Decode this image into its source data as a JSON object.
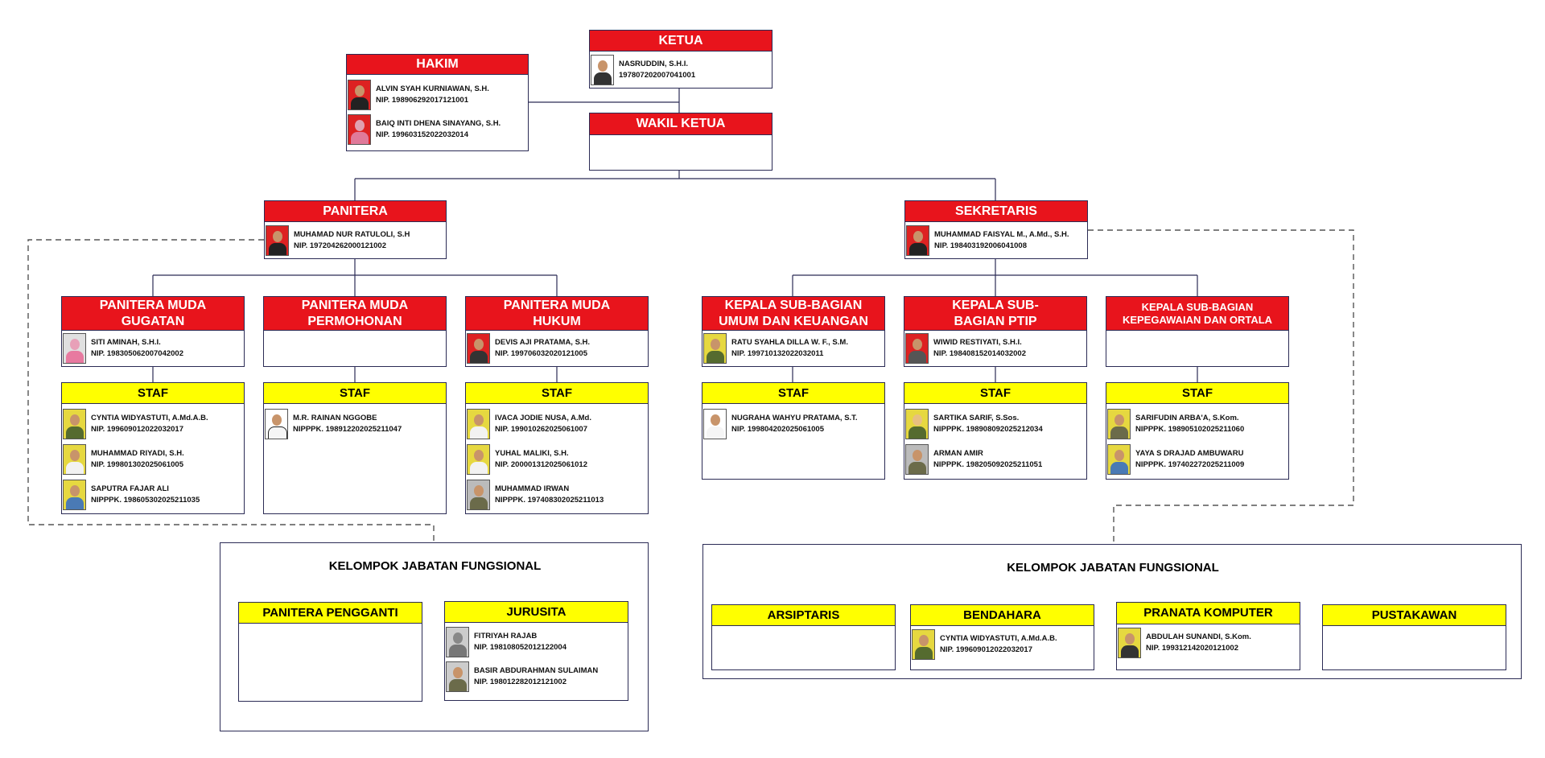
{
  "ketua": {
    "title": "KETUA",
    "name": "NASRUDDIN, S.H.I.",
    "nip": "197807202007041001"
  },
  "wakil": {
    "title": "WAKIL KETUA"
  },
  "hakim": {
    "title": "HAKIM",
    "members": [
      {
        "name": "ALVIN SYAH KURNIAWAN, S.H.",
        "nip": "NIP. 198906292017121001"
      },
      {
        "name": "BAIQ INTI DHENA SINAYANG, S.H.",
        "nip": "NIP. 199603152022032014"
      }
    ]
  },
  "panitera": {
    "title": "PANITERA",
    "name": "MUHAMAD NUR RATULOLI, S.H",
    "nip": "NIP. 197204262000121002"
  },
  "sekretaris": {
    "title": "SEKRETARIS",
    "name": "MUHAMMAD FAISYAL M., A.Md., S.H.",
    "nip": "NIP. 198403192006041008"
  },
  "pm_gugatan": {
    "title": "PANITERA MUDA GUGATAN",
    "name": "SITI AMINAH, S.H.I.",
    "nip": "NIP. 198305062007042002"
  },
  "pm_permohonan": {
    "title": "PANITERA MUDA PERMOHONAN"
  },
  "pm_hukum": {
    "title": "PANITERA MUDA HUKUM",
    "name": "DEVIS AJI PRATAMA, S.H.",
    "nip": "NIP. 199706032020121005"
  },
  "ksb_umum": {
    "title": "KEPALA SUB-BAGIAN UMUM DAN KEUANGAN",
    "name": "RATU SYAHLA DILLA W. F., S.M.",
    "nip": "NIP. 199710132022032011"
  },
  "ksb_ptip": {
    "title": "KEPALA SUB-BAGIAN PTIP",
    "name": "WIWID RESTIYATI, S.H.I.",
    "nip": "NIP. 198408152014032002"
  },
  "ksb_kepeg": {
    "title": "KEPALA SUB-BAGIAN KEPEGAWAIAN DAN ORTALA"
  },
  "staf_label": "STAF",
  "staf_gugatan": [
    {
      "name": "CYNTIA WIDYASTUTI, A.Md.A.B.",
      "nip": "NIP. 199609012022032017"
    },
    {
      "name": "MUHAMMAD RIYADI, S.H.",
      "nip": "NIP. 199801302025061005"
    },
    {
      "name": "SAPUTRA FAJAR ALI",
      "nip": "NIPPPK. 198605302025211035"
    }
  ],
  "staf_permohonan": [
    {
      "name": "M.R. RAINAN NGGOBE",
      "nip": "NIPPPK. 198912202025211047"
    }
  ],
  "staf_hukum": [
    {
      "name": "IVACA JODIE NUSA, A.Md.",
      "nip": "NIP. 199010262025061007"
    },
    {
      "name": "YUHAL MALIKI, S.H.",
      "nip": "NIP. 200001312025061012"
    },
    {
      "name": "MUHAMMAD IRWAN",
      "nip": "NIPPPK. 197408302025211013"
    }
  ],
  "staf_umum": [
    {
      "name": "NUGRAHA WAHYU PRATAMA, S.T.",
      "nip": "NIP. 199804202025061005"
    }
  ],
  "staf_ptip": [
    {
      "name": "SARTIKA SARIF, S.Sos.",
      "nip": "NIPPPK. 198908092025212034"
    },
    {
      "name": "ARMAN AMIR",
      "nip": "NIPPPK. 198205092025211051"
    }
  ],
  "staf_kepeg": [
    {
      "name": "SARIFUDIN ARBA'A, S.Kom.",
      "nip": "NIPPPK. 198905102025211060"
    },
    {
      "name": "YAYA S DRAJAD AMBUWARU",
      "nip": "NIPPPK. 197402272025211009"
    }
  ],
  "kjf_left": {
    "title": "KELOMPOK JABATAN FUNGSIONAL",
    "panitera_pengganti": "PANITERA PENGGANTI",
    "jurusita": "JURUSITA",
    "jurusita_members": [
      {
        "name": "FITRIYAH RAJAB",
        "nip": "NIP. 198108052012122004"
      },
      {
        "name": "BASIR ABDURAHMAN SULAIMAN",
        "nip": "NIP. 198012282012121002"
      }
    ]
  },
  "kjf_right": {
    "title": "KELOMPOK JABATAN FUNGSIONAL",
    "arsiptaris": "ARSIPTARIS",
    "bendahara": "BENDAHARA",
    "bendahara_member": {
      "name": "CYNTIA WIDYASTUTI, A.Md.A.B.",
      "nip": "NIP. 199609012022032017"
    },
    "pranata": "PRANATA KOMPUTER",
    "pranata_member": {
      "name": "ABDULAH SUNANDI, S.Kom.",
      "nip": "NIP. 199312142020121002"
    },
    "pustakawan": "PUSTAKAWAN"
  },
  "colors": {
    "red": "#e8141c",
    "yellow": "#ffff00",
    "border": "#2b2b55"
  }
}
